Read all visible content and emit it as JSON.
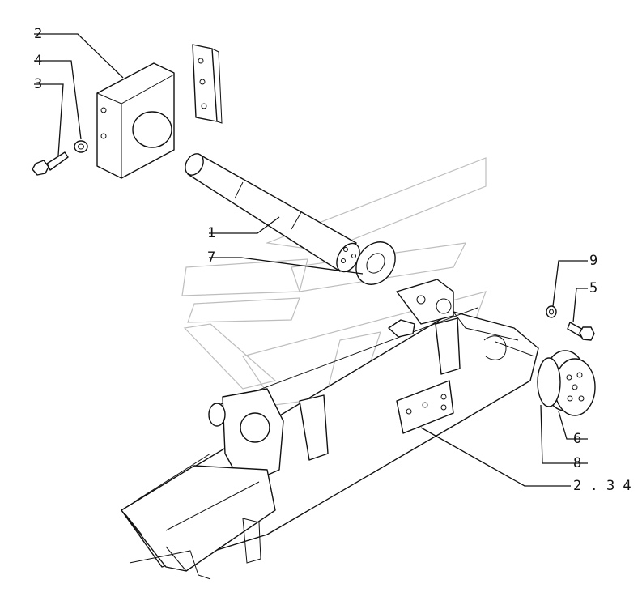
{
  "diagram": {
    "callouts": [
      {
        "id": "2",
        "label": "2"
      },
      {
        "id": "4",
        "label": "4"
      },
      {
        "id": "3",
        "label": "3"
      },
      {
        "id": "1",
        "label": "1"
      },
      {
        "id": "7",
        "label": "7"
      },
      {
        "id": "9",
        "label": "9"
      },
      {
        "id": "5",
        "label": "5"
      },
      {
        "id": "6",
        "label": "6"
      },
      {
        "id": "8",
        "label": "8"
      },
      {
        "id": "2.34",
        "label": "2 . 3 4"
      }
    ]
  }
}
